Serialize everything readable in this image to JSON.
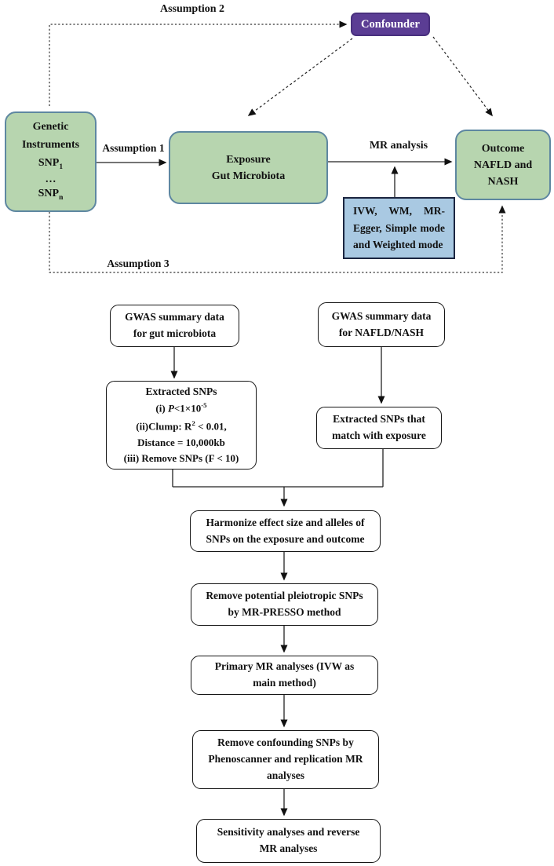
{
  "mr_diagram": {
    "assumption2_label": "Assumption 2",
    "assumption1_label": "Assumption 1",
    "assumption3_label": "Assumption 3",
    "mr_analysis_label": "MR analysis",
    "confounder_box": {
      "label": "Confounder"
    },
    "genetic_box": {
      "line1": "Genetic",
      "line2": "Instruments",
      "snp1_base": "SNP",
      "snp1_sub": "1",
      "ellipsis": "…",
      "snpn_base": "SNP",
      "snpn_sub": "n"
    },
    "exposure_box": {
      "line1": "Exposure",
      "line2": "Gut Microbiota"
    },
    "outcome_box": {
      "line1": "Outcome",
      "line2": "NAFLD and",
      "line3": "NASH"
    },
    "methods_box": {
      "line1": "IVW, WM, MR-",
      "line2": "Egger, Simple mode",
      "line3": "and Weighted mode"
    }
  },
  "flowchart": {
    "gwas_gut": {
      "line1": "GWAS summary data",
      "line2": "for gut microbiota"
    },
    "gwas_nafld": {
      "line1": "GWAS summary data",
      "line2": "for NAFLD/NASH"
    },
    "extracted_snps": {
      "title": "Extracted SNPs",
      "c1_prefix": "(i) ",
      "c1_italic": "P",
      "c1_rest": "<1×10",
      "c1_sup": "-5",
      "c2_main": "(ii)Clump: R",
      "c2_sup": "2",
      "c2_rest": " < 0.01,",
      "c3": "Distance = 10,000kb",
      "c4": "(iii) Remove SNPs (F < 10)"
    },
    "extracted_match": {
      "line1": "Extracted SNPs that",
      "line2": "match with exposure"
    },
    "harmonize": {
      "line1": "Harmonize effect size and alleles of",
      "line2": "SNPs on the exposure and outcome"
    },
    "presso": {
      "line1": "Remove potential pleiotropic SNPs",
      "line2": "by MR-PRESSO method"
    },
    "primary": {
      "line1": "Primary MR analyses (IVW as",
      "line2": "main method)"
    },
    "confounding": {
      "line1": "Remove confounding SNPs by",
      "line2": "Phenoscanner and replication MR",
      "line3": "analyses"
    },
    "sensitivity": {
      "line1": "Sensitivity analyses and reverse",
      "line2": "MR analyses"
    }
  },
  "colors": {
    "green_fill": "#b7d5af",
    "green_border": "#5e87a1",
    "purple_fill": "#5b3d94",
    "blue_fill": "#a9c9e2",
    "blue_border": "#1b2540",
    "arrow_color": "#222222"
  }
}
